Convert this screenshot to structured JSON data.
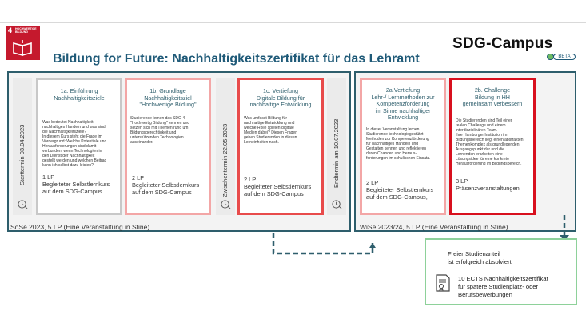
{
  "header": {
    "sdg_number": "4",
    "sdg_label": "HOCHWERTIGE BILDUNG",
    "title": "Bildung for Future: Nachhaltigkeitszertifikat für das Lehramt",
    "logo_text": "SDG-Campus",
    "logo_badge": "BETA"
  },
  "semesters": {
    "sose": "SoSe 2023, 5 LP (Eine Veranstaltung in Stine)",
    "wise": "WiSe 2023/24, 5 LP (Eine Veranstaltung in Stine)"
  },
  "milestones": {
    "start": "Starttermin 03.04.2023",
    "mid": "Zwischentermin 22.05.2023",
    "end": "Endtermin am 10.07.2023"
  },
  "modules": [
    {
      "title": "1a. Einführung\nNachhaltigkeitsziele",
      "desc": "Was bedeutet Nachhaltigkeit,\nnachhaltiges Handeln und was sind\ndie Nachhaltigkeitsziele?\nIn diesem Kurs steht die Frage im\nVordergrund: Welche Potentiale und\nHerausforderungen sind damit\nverbunden, wenn Technologien in\nden Dienst der Nachhaltigkeit\ngestellt werden und welchen Beitrag\nkann ich selbst dazu leisten?",
      "lp": "1 LP\nBegleiteter Selbstlernkurs\nauf dem  SDG-Campus"
    },
    {
      "title": "1b. Grundlage\nNachhaltigkeitsziel\n\"Hochwertige Bildung\"",
      "desc": "Studierende lernen das SDG 4\n\"Hochwertig Bildung\" kennen und\nsetzen sich mit Themen rund um\nBildungsgerechtigkeit und\nunterstützenden Technologien\nauseinander.",
      "lp": "2 LP\nBegleiteter Selbstlernkurs\nauf dem  SDG-Campus"
    },
    {
      "title": "1c. Vertiefung\nDigitale Bildung für\nnachhaltige Entwicklung",
      "desc": "Was umfasst Bildung für\nnachhaltige Entwicklung und\nwelche Rolle spielen digitale\nMedien dabei? Diesen Fragen\ngehen Studierenden in diesen\nLerneinheiten nach.",
      "lp": "2 LP\nBegleiteter Selbstlernkurs\nauf dem  SDG-Campus"
    },
    {
      "title": "2a.Vertiefung\nLehr-/ Lernmethoden zur\nKompetenzförderung\nim Sinne nachhaltiger\nEntwicklung",
      "desc": "In dieser Veranstaltung lernen\nStudierende technologiegestützt\nMethoden zur Kompetenzförderung\nfür nachhaltiges Handeln und\nGestalten kennen und reflektieren\nderen Chancen und Heraus-\nforderungen im schulischen Einsatz.",
      "lp": "2 LP\nBegleiteter Selbstlernkurs\nauf dem SDG-Campus,"
    },
    {
      "title": "2b. Challenge\nBildung in HH\ngemeinsam verbessern",
      "desc": "Die Studierenden sind Teil einer\nrealen Challenge und einem\ninterdisziplinären Team.\nIhre Hamburger Institution im\nBildungsbereich liegt einen abstrakten\nThemenkomplex als grundlegenden\nAusgangspunkt dar und die\nLernenden erarbeiten eine\nLösungsidee für eine konkrete\nHerausforderung im Bildungsbereich.",
      "lp": "3 LP\nPräsenzveranstaltungen"
    }
  ],
  "result": {
    "free": "Freier Studienanteil\nist erfolgreich absolviert",
    "ects": "10 ECTS Nachhaltigkeitszertifikat\nfür spätere Studienplatz- oder\nBerufsbewerbungen"
  },
  "colors": {
    "frame": "#2e5e6c",
    "title": "#1f5a78",
    "sdg_red": "#c5192d",
    "card_gray": "#c8c8c8",
    "card_pink": "#f3a6a6",
    "card_red": "#e84b4b",
    "card_deep_red": "#d8101e",
    "result_green": "#8ed19a"
  },
  "icons": [
    "book-icon",
    "clock-icon",
    "certificate-icon",
    "dashed-arrow"
  ]
}
